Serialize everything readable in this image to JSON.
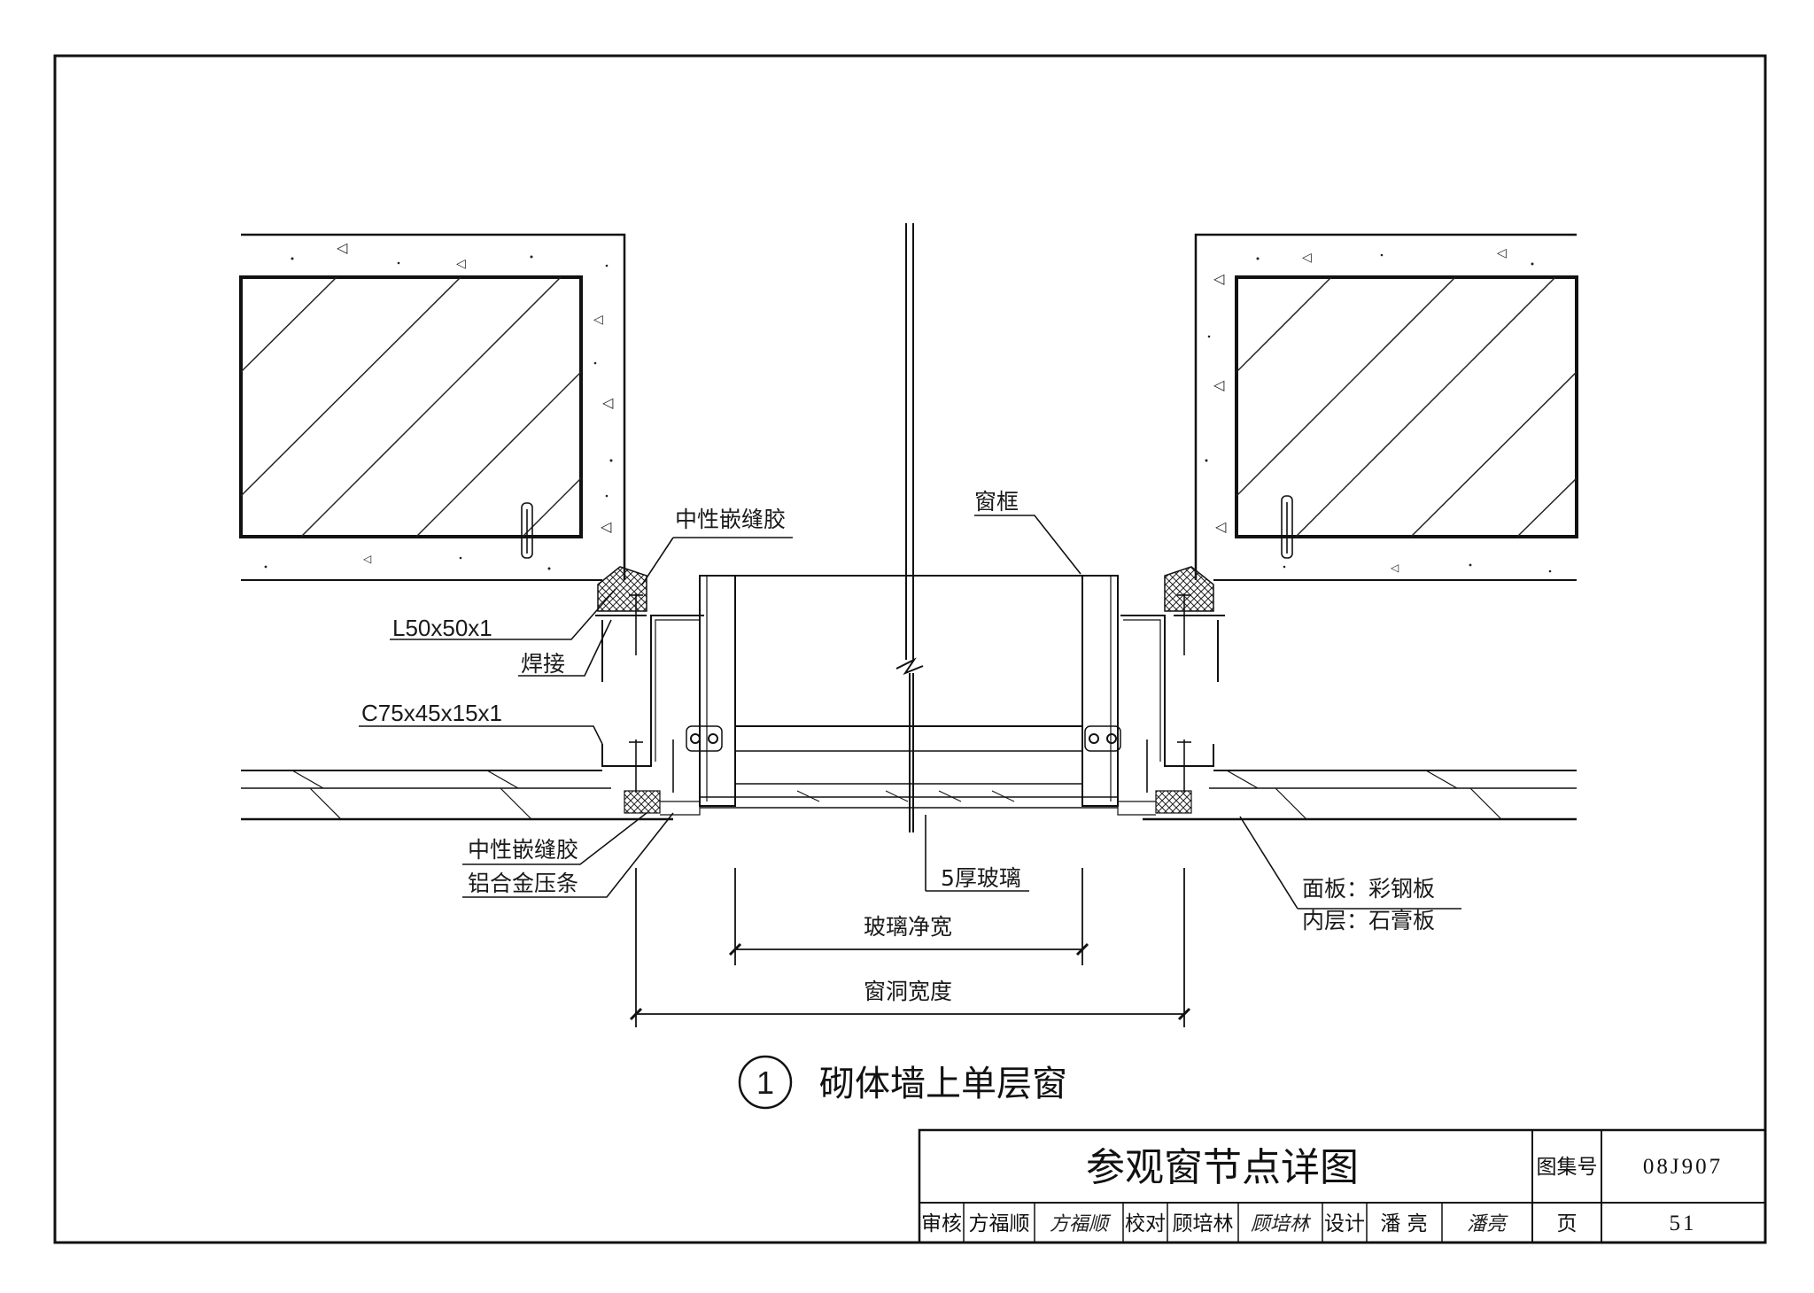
{
  "labels": {
    "sealant_top": "中性嵌缝胶",
    "window_frame": "窗框",
    "angle_steel": "L50x50x1",
    "weld": "焊接",
    "c_channel": "C75x45x15x1",
    "sealant_bottom": "中性嵌缝胶",
    "alu_strip": "铝合金压条",
    "glass": "5厚玻璃",
    "panel_face": "面板：彩钢板",
    "panel_inner": "内层：石膏板",
    "glass_clear_width": "玻璃净宽",
    "opening_width": "窗洞宽度"
  },
  "caption": {
    "number": "1",
    "text": "砌体墙上单层窗"
  },
  "title_block": {
    "title": "参观窗节点详图",
    "atlas_label": "图集号",
    "atlas_number": "08J907",
    "review_label": "审核",
    "review_name": "方福顺",
    "review_signature": "方福顺",
    "check_label": "校对",
    "check_name": "顾培林",
    "check_signature": "顾培林",
    "design_label": "设计",
    "design_name": "潘 亮",
    "design_signature": "潘亮",
    "page_label": "页",
    "page_number": "51"
  },
  "icons": {
    "detail_marker": "circle-number-icon",
    "break_line": "break-line-icon",
    "dimension_tick": "dimension-tick-icon",
    "screw": "screw-icon",
    "anchor_bolt": "anchor-bolt-icon"
  }
}
